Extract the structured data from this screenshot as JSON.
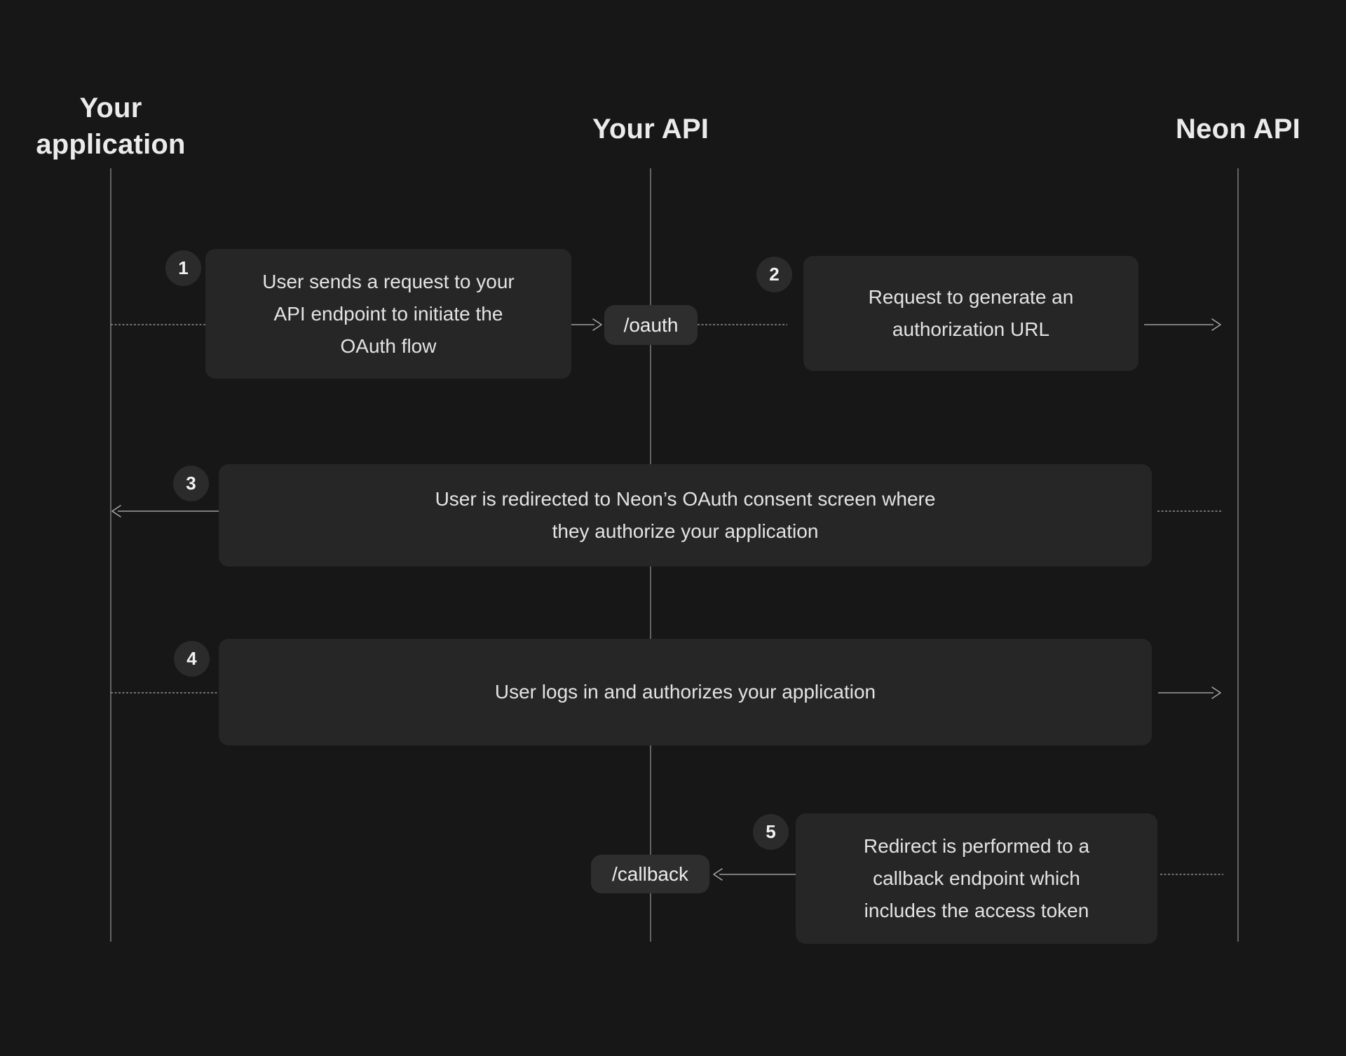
{
  "colors": {
    "background": "#171717",
    "box": "#262626",
    "pill": "#2e2e2e",
    "badge": "#2b2b2b",
    "line_gray": "#9e9e9e",
    "lifeline_gray": "#7d7d7d",
    "heading_text": "#ebebeb",
    "body_text": "#e3e3e3"
  },
  "actors": [
    {
      "label": "Your application"
    },
    {
      "label": "Your API"
    },
    {
      "label": "Neon API"
    }
  ],
  "endpoints": [
    {
      "label": "/oauth"
    },
    {
      "label": "/callback"
    }
  ],
  "steps": [
    {
      "number": "1",
      "text": "User sends a request to your\nAPI endpoint to initiate the\nOAuth flow"
    },
    {
      "number": "2",
      "text": "Request to generate an\nauthorization URL"
    },
    {
      "number": "3",
      "text": "User is redirected to Neon’s OAuth consent screen where\nthey authorize your application"
    },
    {
      "number": "4",
      "text": "User logs in and authorizes your application"
    },
    {
      "number": "5",
      "text": "Redirect is performed to a\ncallback endpoint which\nincludes the access token"
    }
  ]
}
